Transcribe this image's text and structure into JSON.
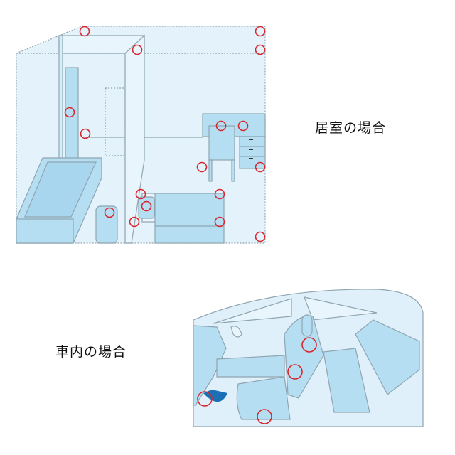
{
  "labels": {
    "room": "居室の場合",
    "car": "車内の場合"
  },
  "colors": {
    "fill_light": "#dff0fb",
    "fill_mid": "#b5def3",
    "stroke": "#7e9aa8",
    "marker": "#d9262c",
    "arrow": "#1b6fb5"
  },
  "room_markers_count": 17,
  "car_markers_count": 4
}
